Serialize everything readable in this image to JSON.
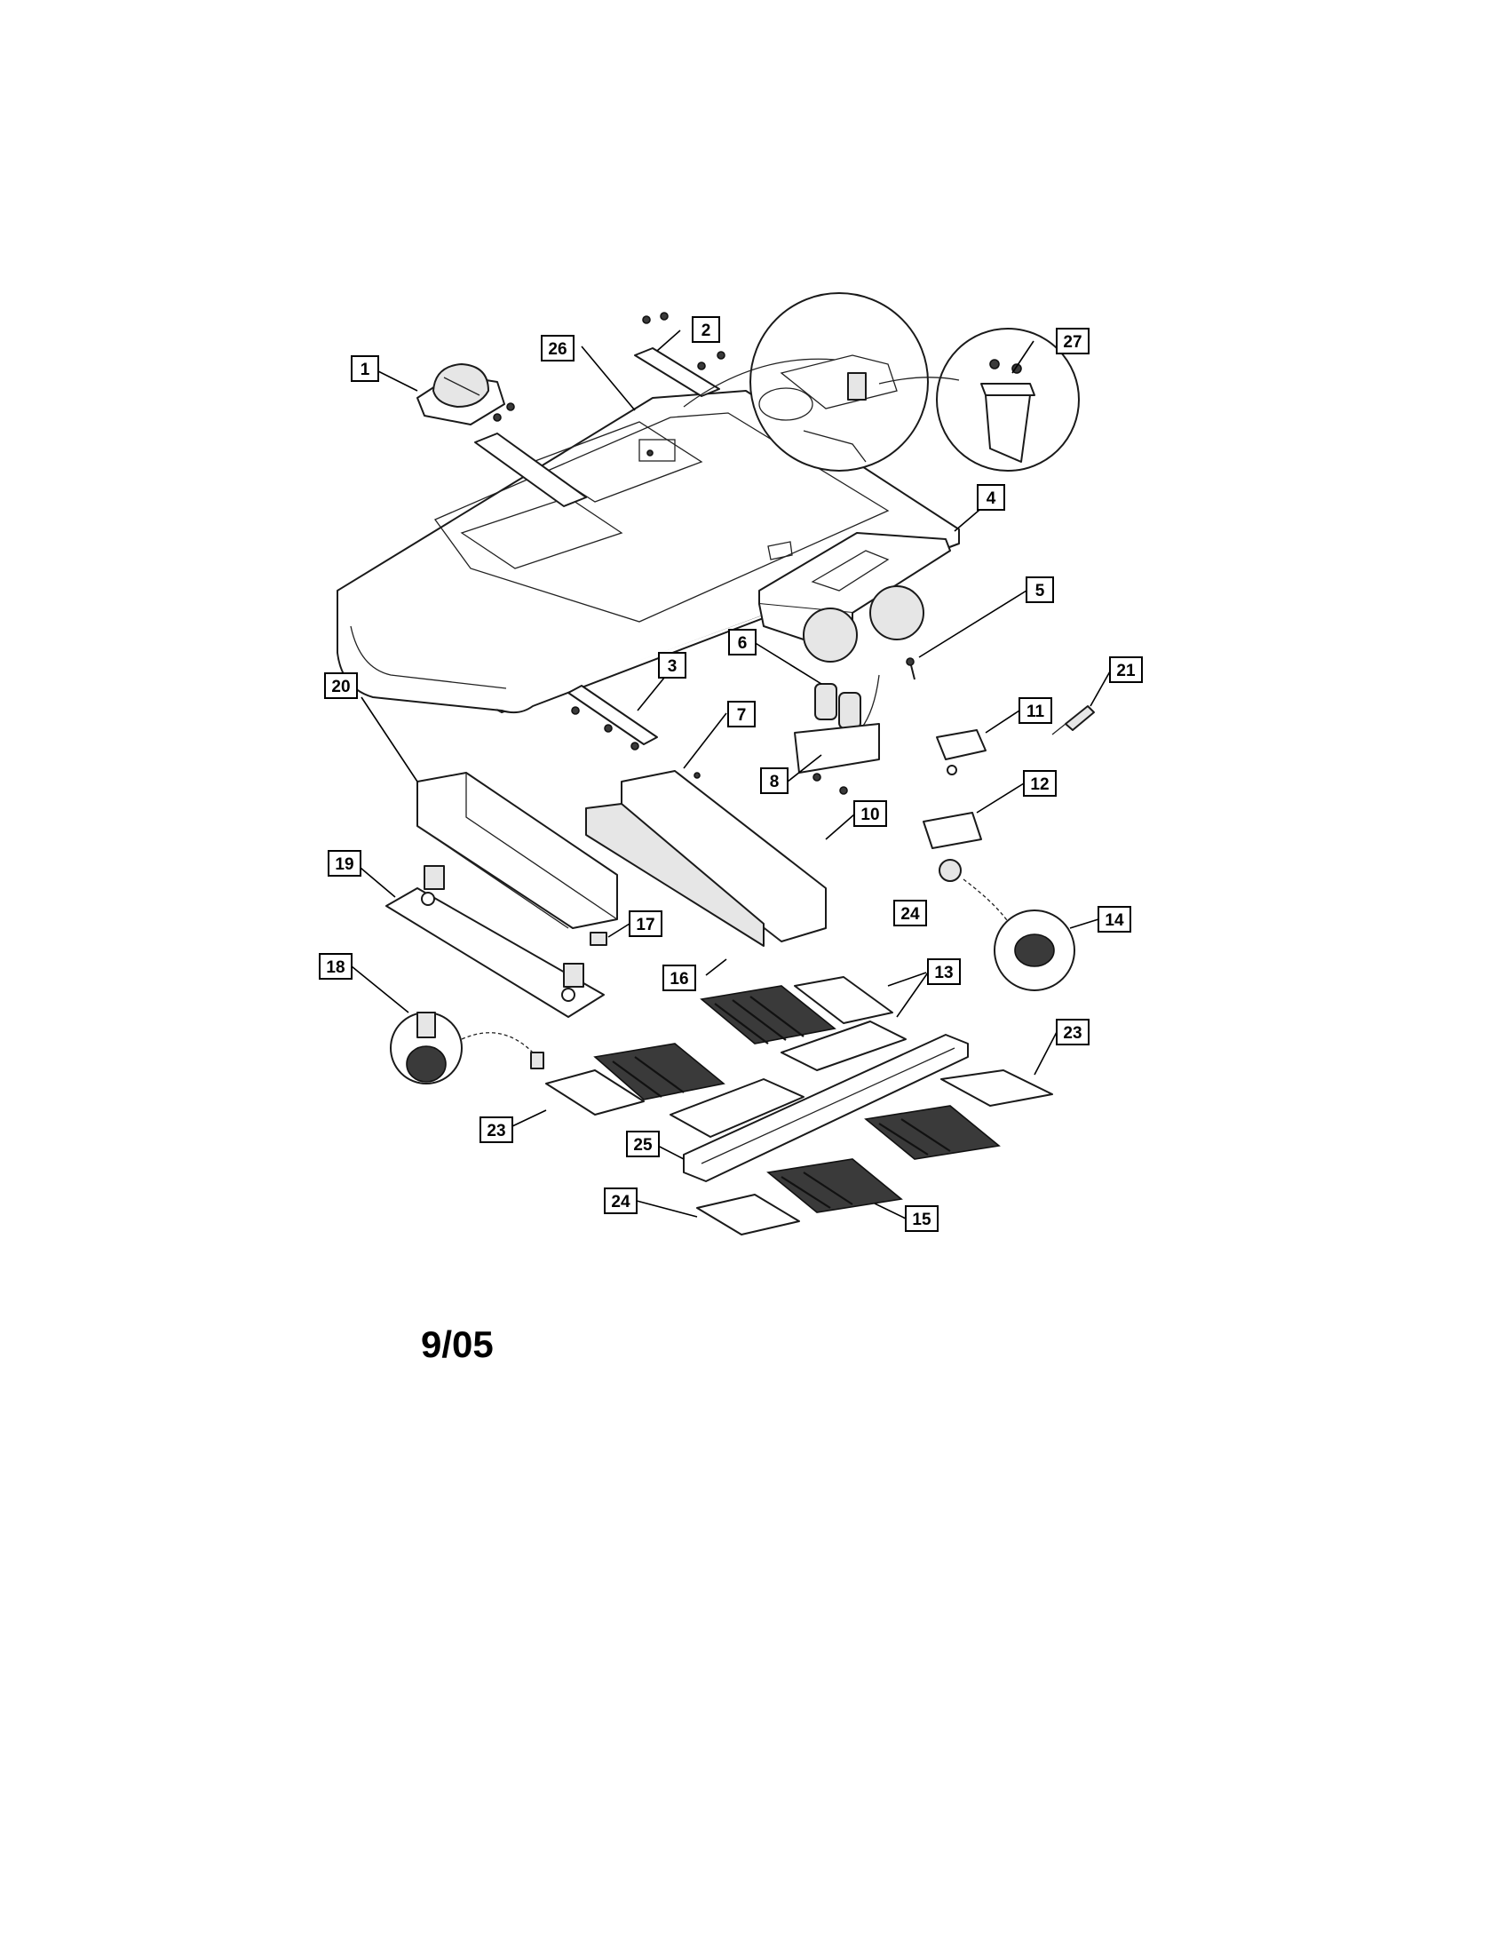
{
  "date_code": "9/05",
  "callouts": [
    {
      "id": "c1",
      "label": "1"
    },
    {
      "id": "c2",
      "label": "2"
    },
    {
      "id": "c3",
      "label": "3"
    },
    {
      "id": "c4",
      "label": "4"
    },
    {
      "id": "c5",
      "label": "5"
    },
    {
      "id": "c6",
      "label": "6"
    },
    {
      "id": "c7",
      "label": "7"
    },
    {
      "id": "c8",
      "label": "8"
    },
    {
      "id": "c10",
      "label": "10"
    },
    {
      "id": "c11",
      "label": "11"
    },
    {
      "id": "c12",
      "label": "12"
    },
    {
      "id": "c13",
      "label": "13"
    },
    {
      "id": "c14",
      "label": "14"
    },
    {
      "id": "c15",
      "label": "15"
    },
    {
      "id": "c16",
      "label": "16"
    },
    {
      "id": "c17",
      "label": "17"
    },
    {
      "id": "c18",
      "label": "18"
    },
    {
      "id": "c19",
      "label": "19"
    },
    {
      "id": "c20",
      "label": "20"
    },
    {
      "id": "c21",
      "label": "21"
    },
    {
      "id": "c23a",
      "label": "23"
    },
    {
      "id": "c23b",
      "label": "23"
    },
    {
      "id": "c24a",
      "label": "24"
    },
    {
      "id": "c24b",
      "label": "24"
    },
    {
      "id": "c25",
      "label": "25"
    },
    {
      "id": "c26",
      "label": "26"
    },
    {
      "id": "c27",
      "label": "27"
    }
  ]
}
